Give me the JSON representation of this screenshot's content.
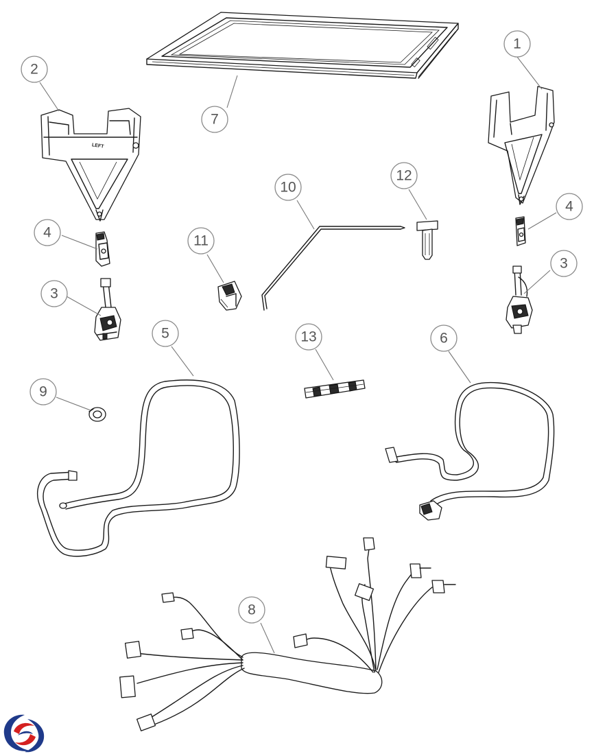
{
  "callouts": {
    "c1": "1",
    "c2": "2",
    "c3a": "3",
    "c3b": "3",
    "c4a": "4",
    "c4b": "4",
    "c5": "5",
    "c6": "6",
    "c7": "7",
    "c8": "8",
    "c9": "9",
    "c10": "10",
    "c11": "11",
    "c12": "12",
    "c13": "13"
  },
  "part_stamps": {
    "left_bracket": "LEFT"
  },
  "colors": {
    "callout_ring": "#8a8a8a",
    "callout_text": "#555555",
    "line_art": "#1a1a1a",
    "logo_blue": "#1f3a8a",
    "logo_red": "#d42020"
  },
  "logo": {
    "icon": "brand-swirl-logo"
  }
}
